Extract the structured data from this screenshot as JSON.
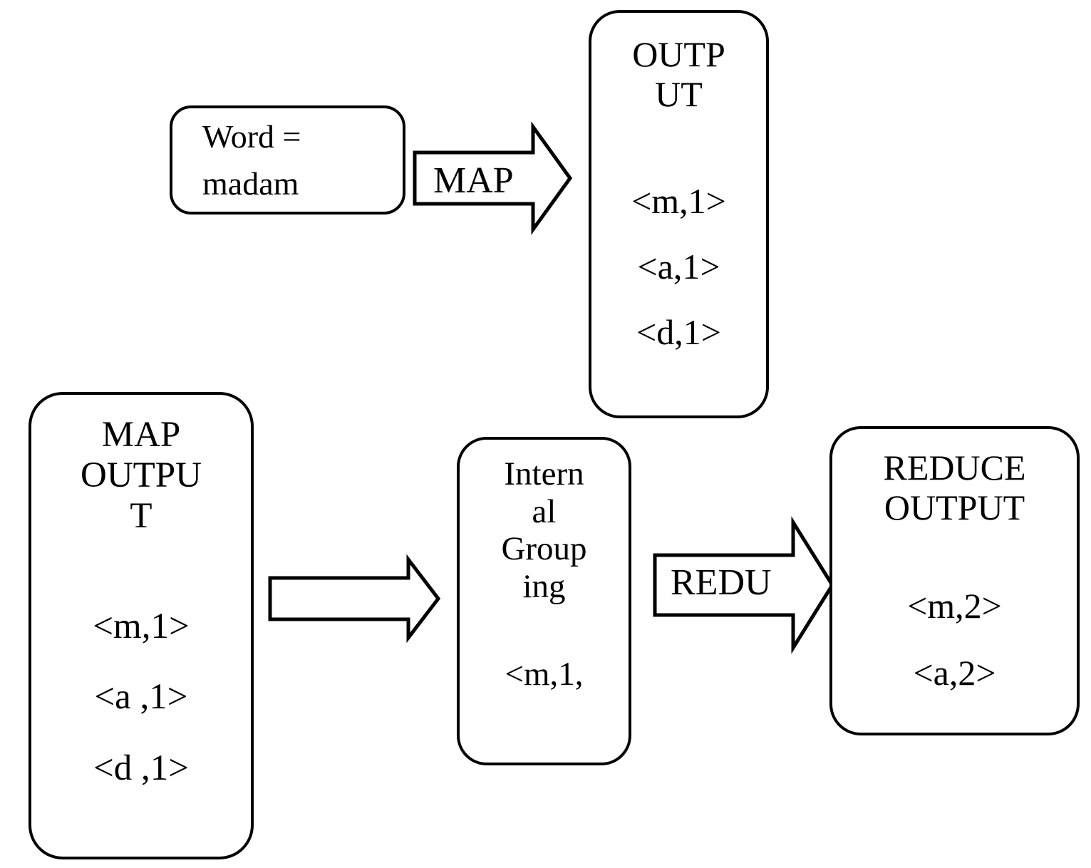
{
  "diagram": {
    "title": "MapReduce word count flow for the word madam",
    "stroke_color": "#000000",
    "background_color": "#ffffff"
  },
  "nodes": {
    "word_input": {
      "name": "Word input box",
      "lines": [
        "Word =",
        "madam"
      ]
    },
    "map_output_top": {
      "name": "Map output box (top)",
      "heading": [
        "OUTP",
        "UT"
      ],
      "pairs": [
        "<m,1>",
        "<a,1>",
        "<d,1>"
      ]
    },
    "map_output_left": {
      "name": "Map output box (left)",
      "heading": [
        "MAP",
        "OUTPU",
        "T"
      ],
      "pairs": [
        "<m,1>",
        "<a ,1>",
        "<d ,1>"
      ]
    },
    "internal_grouping": {
      "name": "Internal grouping box",
      "heading": [
        "Intern",
        "al",
        "Group",
        "ing"
      ],
      "pairs": [
        "<m,1,"
      ]
    },
    "reduce_output": {
      "name": "Reduce output box",
      "heading": [
        "REDUCE",
        "OUTPUT"
      ],
      "pairs": [
        "<m,2>",
        "<a,2>"
      ]
    }
  },
  "arrows": {
    "map": {
      "label": "MAP",
      "direction": "right"
    },
    "grouping": {
      "label": "",
      "direction": "right"
    },
    "reduce": {
      "label": "REDU",
      "direction": "right"
    }
  }
}
